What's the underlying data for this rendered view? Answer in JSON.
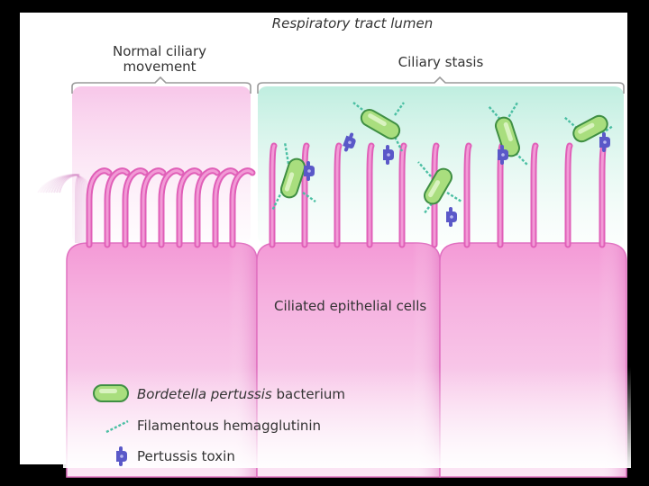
{
  "labels": {
    "lumen": "Respiratory tract lumen",
    "normal_line1": "Normal ciliary",
    "normal_line2": "movement",
    "stasis": "Ciliary stasis",
    "cells": "Ciliated epithelial cells"
  },
  "legend": {
    "bacterium_italic": "Bordetella pertussis",
    "bacterium_rest": " bacterium",
    "hemagglutinin": "Filamentous hemagglutinin",
    "toxin": "Pertussis toxin"
  },
  "colors": {
    "frame": "#000000",
    "panel": "#ffffff",
    "cell_fill": "#f5a8dc",
    "cell_edge": "#e060b8",
    "cilia": "#e46ac0",
    "normal_zone": "#f8c8ea",
    "stasis_zone": "#bfeee0",
    "bacterium_fill": "#a9de7e",
    "bacterium_edge": "#3f8f43",
    "hemagglutinin": "#4bbfa3",
    "toxin": "#5a58c8",
    "bracket": "#999999",
    "text": "#333333"
  },
  "icons": {
    "bacterium": "rod-bacterium-icon",
    "hemagglutinin": "filament-icon",
    "toxin": "toxin-molecule-icon"
  }
}
